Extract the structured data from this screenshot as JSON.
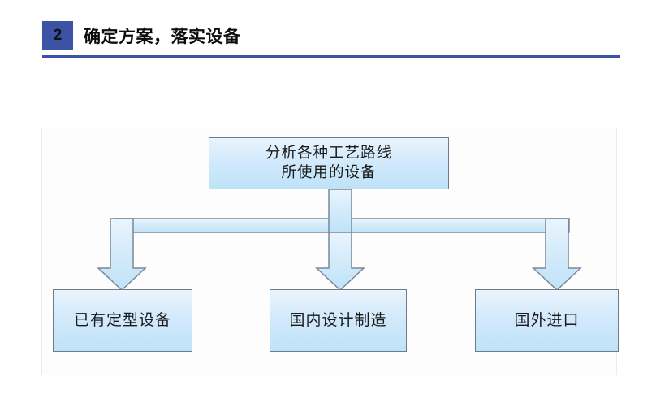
{
  "header": {
    "step_number": "2",
    "title": "确定方案，落实设备",
    "badge_color": "#3b52a5",
    "rule_color": "#3b52a5",
    "title_color": "#0d0d0d"
  },
  "diagram": {
    "type": "flowchart",
    "border_color": "#ececec",
    "box_fill_top": "#eaf4fc",
    "box_fill_bottom": "#bfe2f8",
    "box_border_color": "#6f7b8a",
    "connector_fill_top": "#e8f4fd",
    "connector_fill_bottom": "#bfe2f8",
    "connector_border_color": "#7b8796",
    "root": {
      "line1": "分析各种工艺路线",
      "line2": "所使用的设备"
    },
    "branches": [
      {
        "label": "已有定型设备"
      },
      {
        "label": "国内设计制造"
      },
      {
        "label": "国外进口"
      }
    ]
  }
}
